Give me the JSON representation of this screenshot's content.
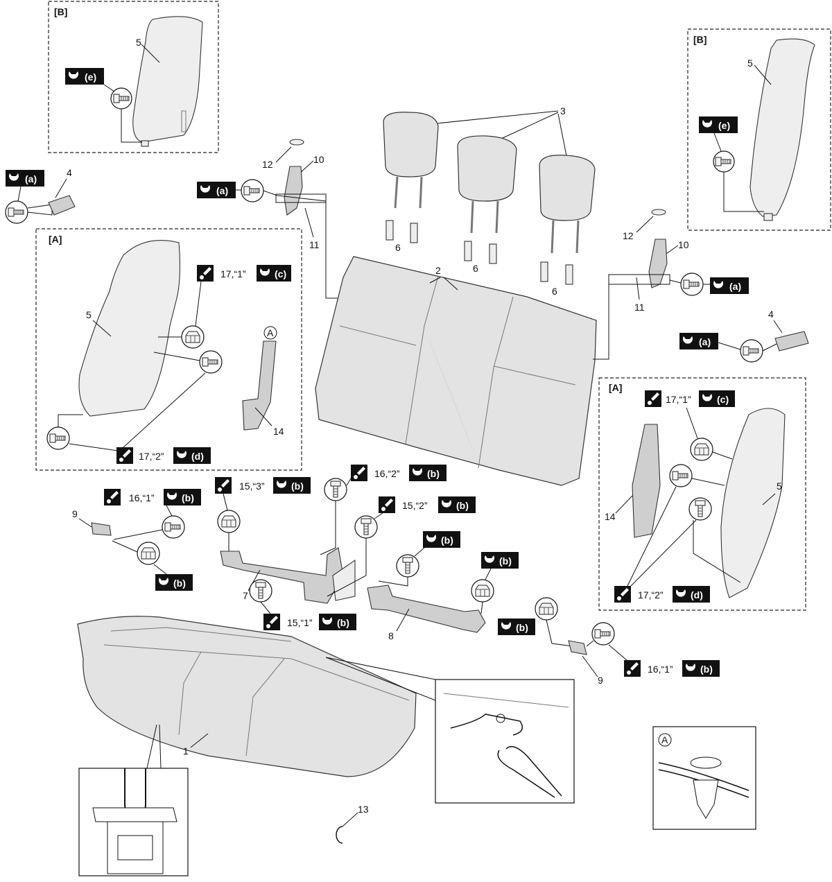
{
  "part_numbers": {
    "n1": "1",
    "n2": "2",
    "n3": "3",
    "n4": "4",
    "n5": "5",
    "n6": "6",
    "n7": "7",
    "n8": "8",
    "n9": "9",
    "n10": "10",
    "n11": "11",
    "n12": "12",
    "n13": "13",
    "n14": "14"
  },
  "view_labels": {
    "A": "[A]",
    "B": "[B]",
    "circle_A": "A"
  },
  "torque_tags": {
    "a": "(a)",
    "b": "(b)",
    "c": "(c)",
    "d": "(d)",
    "e": "(e)"
  },
  "callouts": {
    "c17_1": "17,“1”",
    "c17_2": "17,“2”",
    "c16_1": "16,“1”",
    "c16_2": "16,“2”",
    "c15_1": "15,“1”",
    "c15_2": "15,“2”",
    "c15_3": "15,“3”"
  },
  "icons": {
    "torque": "wrench-torque-icon",
    "adhesive": "adhesive-applicator-icon"
  },
  "colors": {
    "tag_bg": "#111111",
    "part_fill": "#e3e3e3",
    "line": "#111111"
  }
}
